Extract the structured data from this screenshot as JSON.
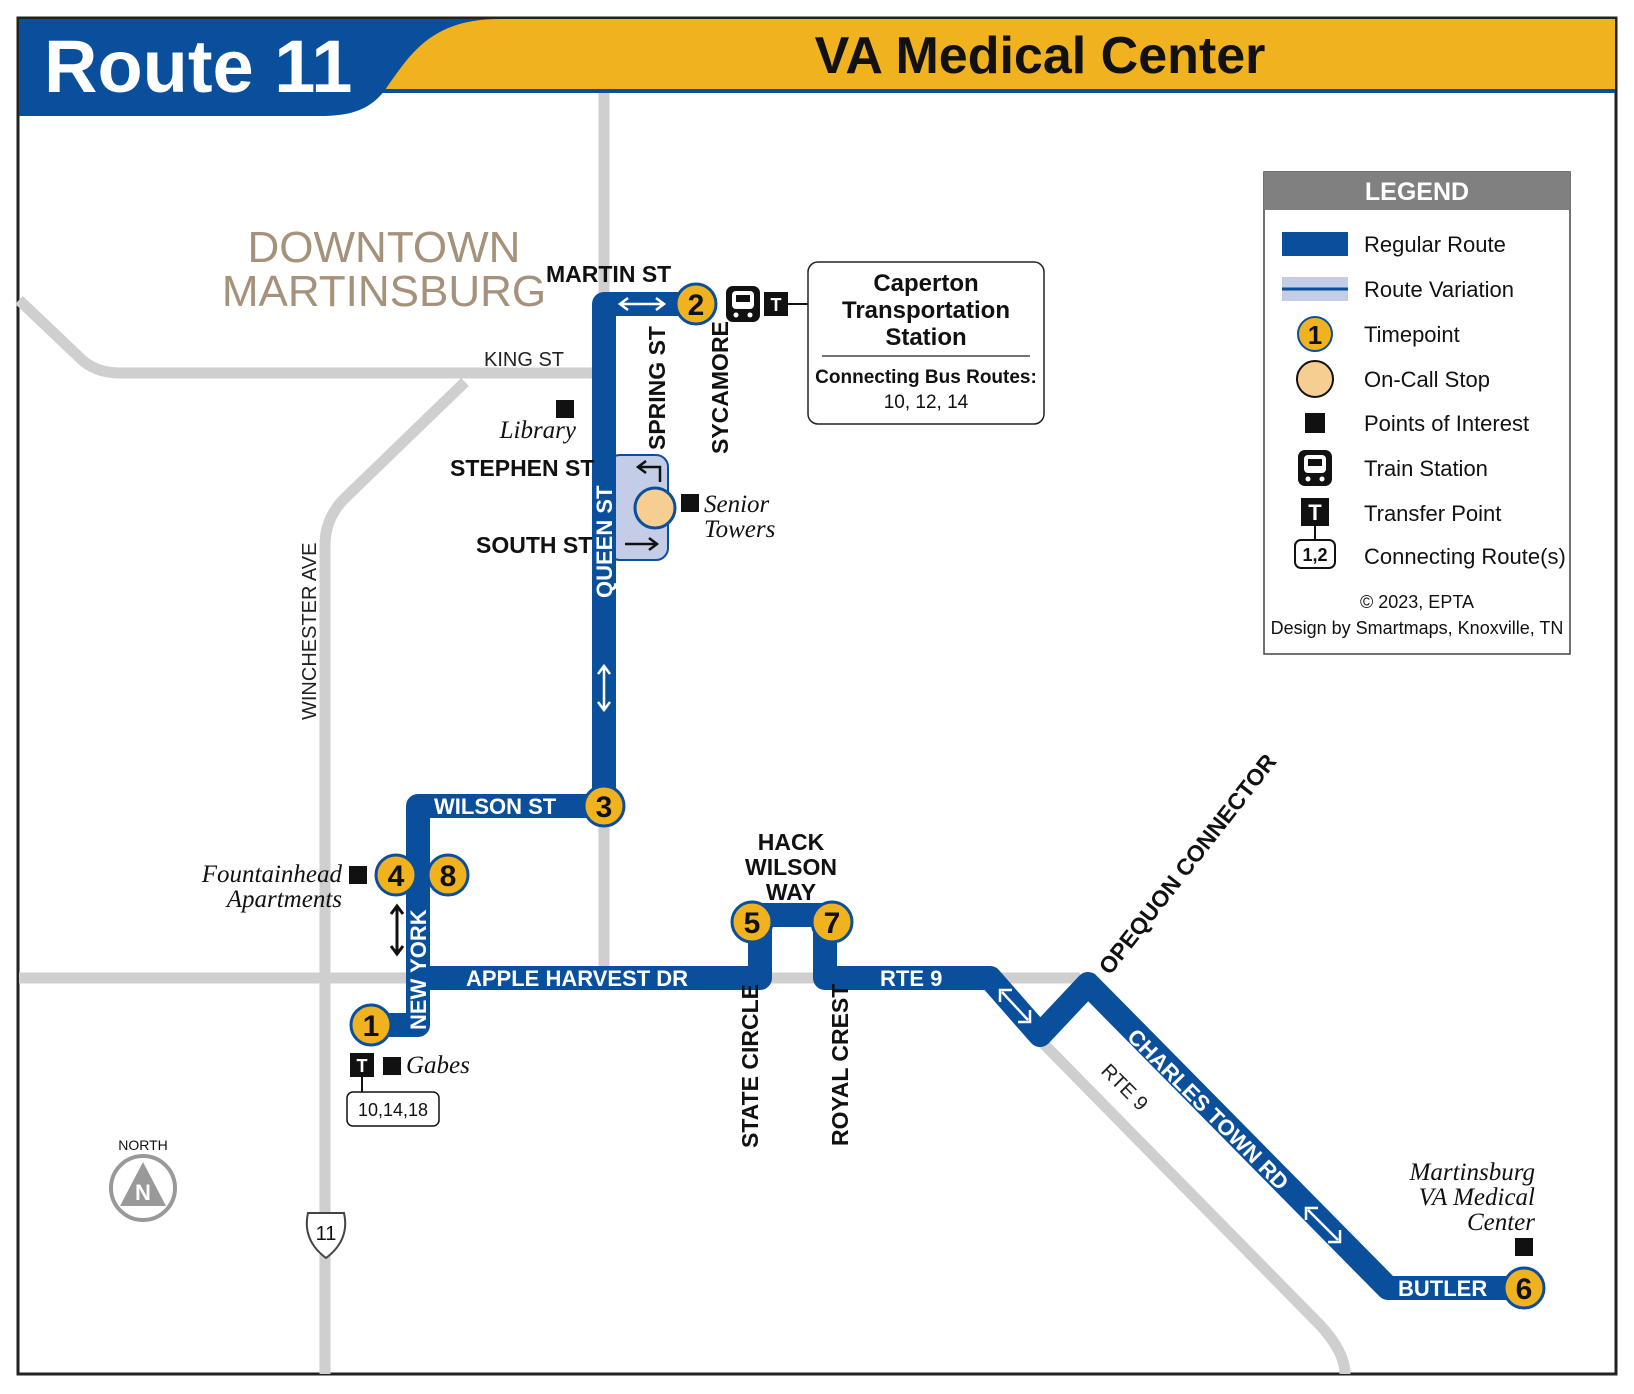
{
  "header": {
    "route_title": "Route 11",
    "destination": "VA Medical Center"
  },
  "colors": {
    "route_blue": "#0a4f9c",
    "route_variation": "#c3cde8",
    "timepoint_yellow": "#f0b21e",
    "oncall_stop": "#f7ce92",
    "road_gray": "#cfcfcf",
    "legend_header_gray": "#808080",
    "downtown_tan": "#a6927a"
  },
  "area_label": {
    "line1": "DOWNTOWN",
    "line2": "MARTINSBURG"
  },
  "streets": {
    "martin_st": "MARTIN ST",
    "king_st": "KING ST",
    "stephen_st": "STEPHEN ST",
    "south_st": "SOUTH ST",
    "queen_st": "QUEEN ST",
    "spring_st": "SPRING ST",
    "sycamore": "SYCAMORE",
    "winchester_ave": "WINCHESTER AVE",
    "wilson_st": "WILSON ST",
    "new_york": "NEW YORK",
    "apple_harvest_dr": "APPLE HARVEST DR",
    "hack_wilson_way_1": "HACK",
    "hack_wilson_way_2": "WILSON",
    "hack_wilson_way_3": "WAY",
    "state_circle": "STATE CIRCLE",
    "royal_crest": "ROYAL CREST",
    "rte9_label": "RTE 9",
    "rte9_gray": "RTE 9",
    "opequon_connector": "OPEQUON CONNECTOR",
    "charles_town_rd": "CHARLES TOWN RD",
    "butler": "BUTLER",
    "highway_11": "11"
  },
  "points_of_interest": {
    "library": "Library",
    "senior_1": "Senior",
    "senior_2": "Towers",
    "fountainhead_1": "Fountainhead",
    "fountainhead_2": "Apartments",
    "gabes": "Gabes",
    "va_1": "Martinsburg",
    "va_2": "VA Medical",
    "va_3": "Center"
  },
  "station_box": {
    "title_1": "Caperton",
    "title_2": "Transportation",
    "title_3": "Station",
    "connecting_label": "Connecting Bus Routes:",
    "routes": "10, 12, 14"
  },
  "gabes_routes": "10,14,18",
  "timepoints": [
    "1",
    "2",
    "3",
    "4",
    "5",
    "6",
    "7",
    "8"
  ],
  "north": "NORTH",
  "north_letter": "N",
  "legend": {
    "title": "LEGEND",
    "items": [
      {
        "label": "Regular Route"
      },
      {
        "label": "Route Variation"
      },
      {
        "label": "Timepoint",
        "symbol": "1"
      },
      {
        "label": "On-Call Stop"
      },
      {
        "label": "Points of Interest"
      },
      {
        "label": "Train Station"
      },
      {
        "label": "Transfer Point",
        "symbol": "T"
      },
      {
        "label": "Connecting Route(s)",
        "symbol": "1,2"
      }
    ],
    "copyright": "© 2023, EPTA",
    "design": "Design by Smartmaps, Knoxville, TN"
  }
}
